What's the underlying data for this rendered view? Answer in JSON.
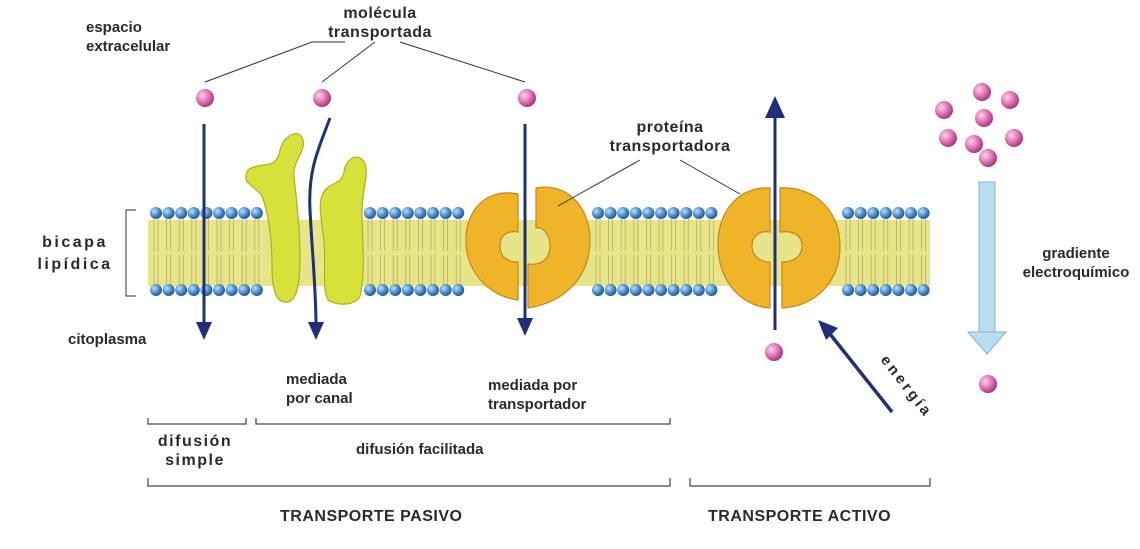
{
  "labels": {
    "extracellular": [
      "espacio",
      "extracelular"
    ],
    "molecule": [
      "molécula",
      "transportada"
    ],
    "bilayer": [
      "bicapa",
      "lipídica"
    ],
    "cytoplasm": "citoplasma",
    "protein": [
      "proteína",
      "transportadora"
    ],
    "gradient": [
      "gradiente",
      "electroquímico"
    ],
    "energy": "energía",
    "channel": [
      "mediada",
      "por canal"
    ],
    "carrier": [
      "mediada por",
      "transportador"
    ],
    "simple": [
      "difusión",
      "simple"
    ],
    "facilitated": "difusión facilitada",
    "passive": "TRANSPORTE PASIVO",
    "active": "TRANSPORTE ACTIVO"
  },
  "colors": {
    "lipid_head": "#4a8fd0",
    "lipid_tail": "#e8e48a",
    "channel_protein": "#d6e23a",
    "carrier_protein": "#f0b429",
    "molecule": "#e070b0",
    "arrow": "#1f2f7a",
    "gradient_arrow": "#b9dcef"
  }
}
